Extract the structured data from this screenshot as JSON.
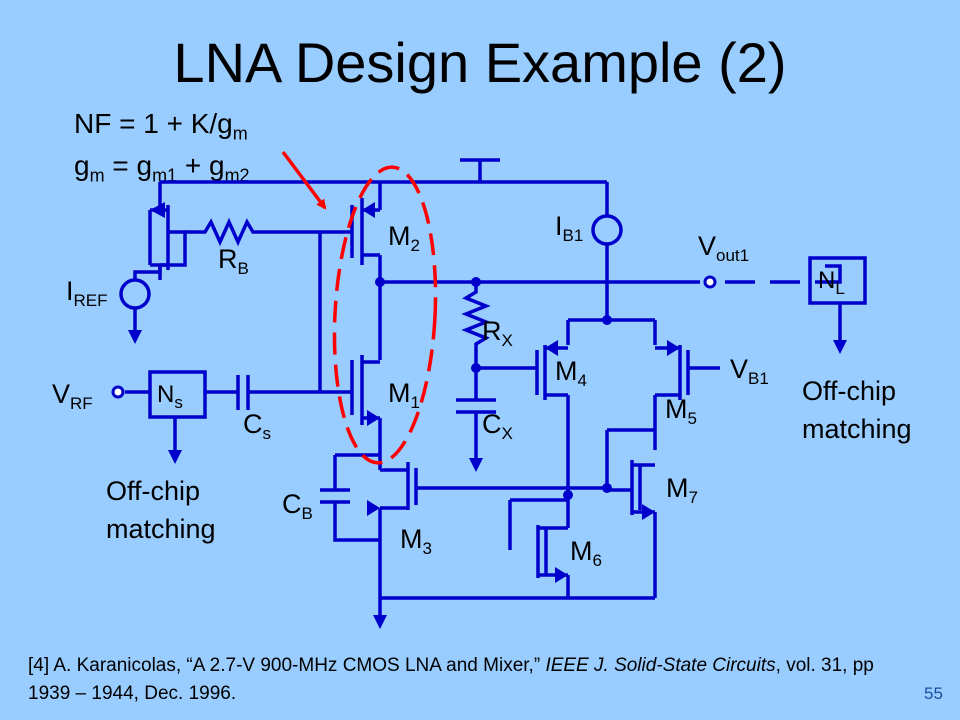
{
  "slide": {
    "title": "LNA Design Example (2)",
    "equations": {
      "nf_line": "NF = 1 + K/g",
      "nf_sub": "m",
      "gm_line_parts": [
        "g",
        "m",
        " = g",
        "m1",
        " + g",
        "m2"
      ]
    },
    "reference": {
      "part1": "[4] A. Karanicolas, “A 2.7-V 900-MHz CMOS LNA and Mixer,” ",
      "journal": "IEEE J. Solid-State Circuits",
      "part2": ", vol. 31, pp 1939 – 1944, Dec. 1996."
    },
    "page_number": "55"
  },
  "circuit": {
    "labels": {
      "m2": {
        "main": "M",
        "sub": "2"
      },
      "m1": {
        "main": "M",
        "sub": "1"
      },
      "m3": {
        "main": "M",
        "sub": "3"
      },
      "m4": {
        "main": "M",
        "sub": "4"
      },
      "m5": {
        "main": "M",
        "sub": "5"
      },
      "m6": {
        "main": "M",
        "sub": "6"
      },
      "m7": {
        "main": "M",
        "sub": "7"
      },
      "rb": {
        "main": "R",
        "sub": "B"
      },
      "rx": {
        "main": "R",
        "sub": "X"
      },
      "cx": {
        "main": "C",
        "sub": "X"
      },
      "cs": {
        "main": "C",
        "sub": "s"
      },
      "cb": {
        "main": "C",
        "sub": "B"
      },
      "iref": {
        "main": "I",
        "sub": "REF"
      },
      "ib1": {
        "main": "I",
        "sub": "B1"
      },
      "vrf": {
        "main": "V",
        "sub": "RF"
      },
      "vout1": {
        "main": "V",
        "sub": "out1"
      },
      "vb1": {
        "main": "V",
        "sub": "B1"
      },
      "ns": {
        "main": "N",
        "sub": "s"
      },
      "nl": {
        "main": "N",
        "sub": "L"
      },
      "offchip_left": [
        "Off-chip",
        "matching"
      ],
      "offchip_right": [
        "Off-chip",
        "matching"
      ]
    },
    "colors": {
      "wire": "#0000cc",
      "highlight_ellipse": "#ff0000",
      "arrow": "#ff0000",
      "background": "#99ccff"
    }
  }
}
